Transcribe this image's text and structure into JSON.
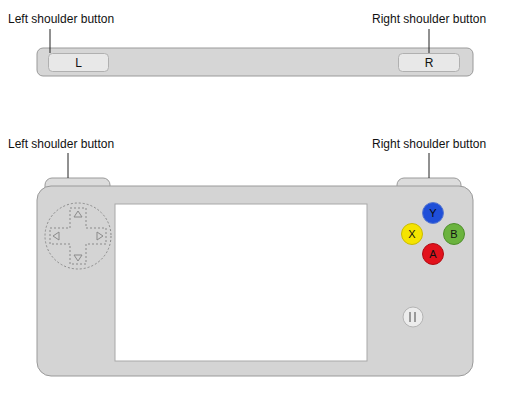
{
  "diagram": {
    "nodes": [
      {
        "text": [
          "L"
        ]
      },
      {
        "text": [
          "R"
        ]
      },
      {
        "text": [
          "Y"
        ]
      },
      {
        "text": [
          "X"
        ]
      },
      {
        "text": [
          "B"
        ]
      },
      {
        "text": [
          "A"
        ]
      }
    ],
    "labels": [
      "Left shoulder button",
      "Right shoulder button",
      "Left shoulder button",
      "Right shoulder button"
    ]
  }
}
